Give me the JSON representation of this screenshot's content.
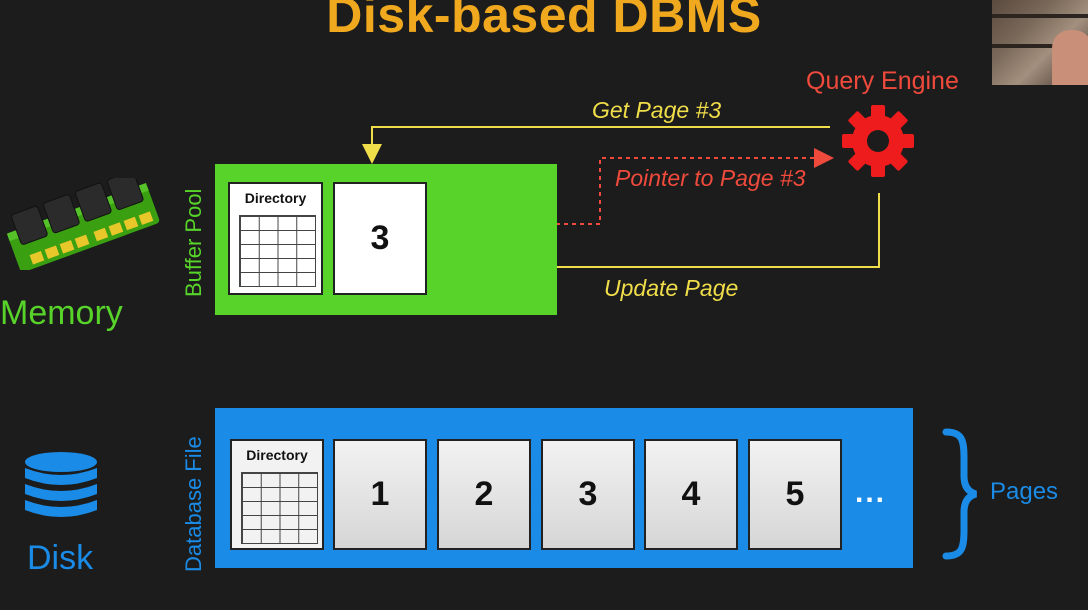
{
  "title": "Disk-based DBMS",
  "query_engine": "Query Engine",
  "arrows": {
    "get_page": "Get Page #3",
    "pointer": "Pointer to Page #3",
    "update": "Update Page"
  },
  "buffer_pool": {
    "label": "Buffer Pool",
    "directory": "Directory",
    "page": "3"
  },
  "memory_label": "Memory",
  "disk_label": "Disk",
  "database_file": {
    "label": "Database File",
    "directory": "Directory",
    "pages": [
      "1",
      "2",
      "3",
      "4",
      "5"
    ],
    "ellipsis": "..."
  },
  "pages_label": "Pages",
  "colors": {
    "background": "#1c1c1c",
    "title": "#f0a81e",
    "memory_green": "#57d32a",
    "disk_blue": "#1a8be6",
    "arrow_yellow": "#f0dd4a",
    "arrow_red": "#ef4a3c"
  },
  "icons": [
    "memory-stick-icon",
    "database-disk-icon",
    "gear-icon",
    "curly-brace-icon"
  ]
}
